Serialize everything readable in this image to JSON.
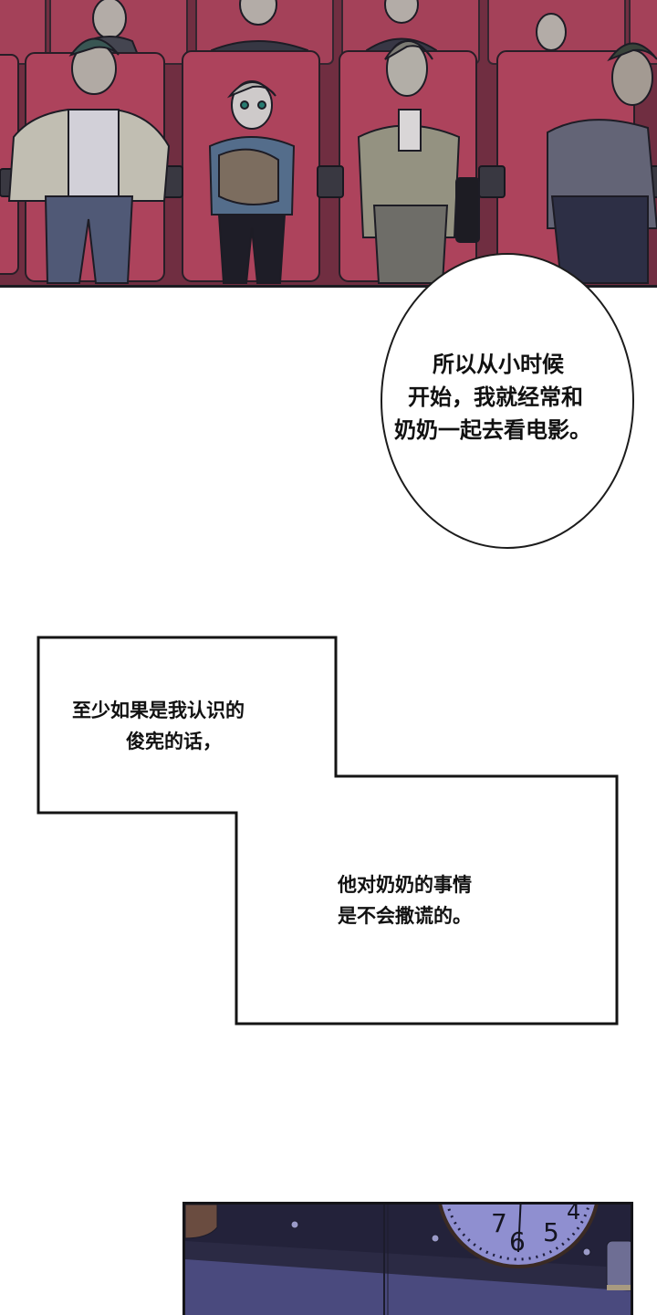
{
  "page": {
    "type": "webtoon-page",
    "background": "#ffffff"
  },
  "panels": [
    {
      "id": "theater",
      "description": "Audience seated in red cinema seats; a pale-haired boy hugging a bundle sits beside a smiling older woman in a beige suit",
      "colors": {
        "seat": "#c24a62",
        "seat_dark": "#8a3a4c",
        "frame": "#3a3a40"
      }
    },
    {
      "id": "clock-wall",
      "description": "Dark purple wall with a shelf and a round wall clock",
      "clock_numbers": [
        "7",
        "6",
        "5",
        "4"
      ],
      "colors": {
        "wall": "#4c4c80",
        "shelf": "#25243a",
        "clock_face": "#8f8fd0"
      }
    }
  ],
  "speech_bubble": {
    "lines": [
      "所以从小时候",
      "开始，我就经常和",
      "奶奶一起去看电影。"
    ]
  },
  "narration_box": {
    "part1_lines": [
      "至少如果是我认识的",
      "俊宪的话，"
    ],
    "part2_lines": [
      "他对奶奶的事情",
      "是不会撒谎的。"
    ]
  }
}
